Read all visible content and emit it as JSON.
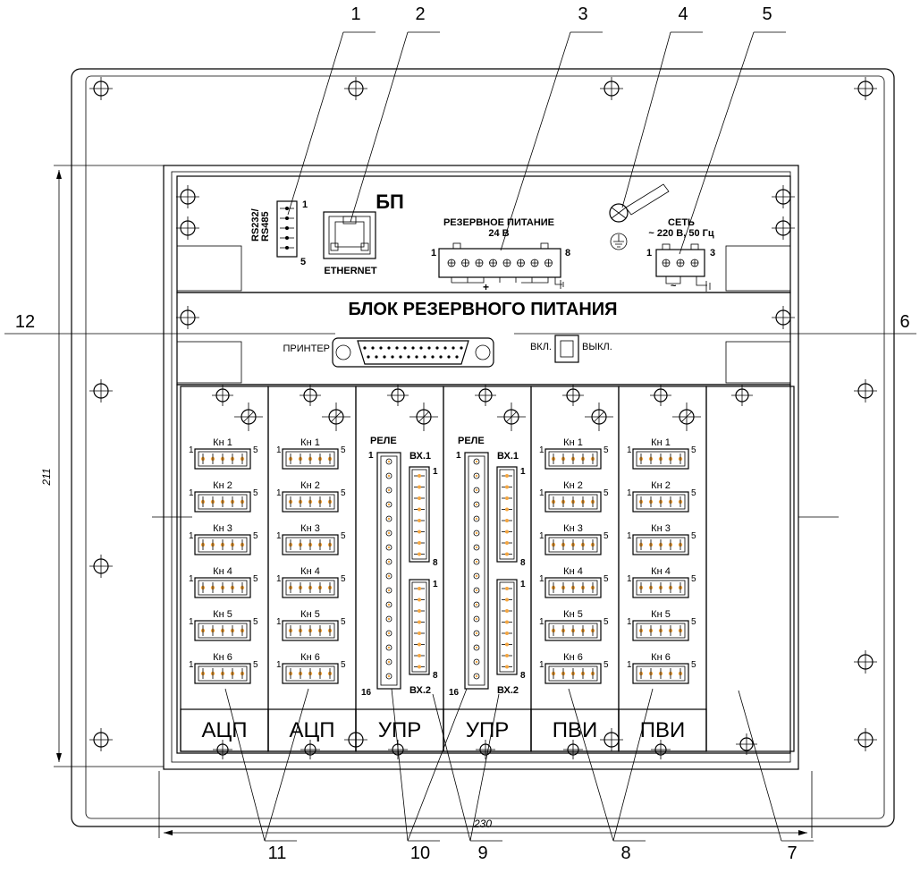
{
  "callouts": [
    "1",
    "2",
    "3",
    "4",
    "5",
    "6",
    "7",
    "8",
    "9",
    "10",
    "11",
    "12"
  ],
  "psu": {
    "title": "БП",
    "rs_label_1": "RS232/",
    "rs_label_2": "RS485",
    "rs_pin_first": "1",
    "rs_pin_last": "5",
    "ethernet": "ETHERNET",
    "reserve_power_1": "РЕЗЕРВНОЕ ПИТАНИЕ",
    "reserve_power_2": "24 В",
    "reserve_pin_first": "1",
    "reserve_pin_last": "8",
    "reserve_plus": "+",
    "mains_1": "СЕТЬ",
    "mains_2": "~ 220 В, 50 Гц",
    "mains_pin_first": "1",
    "mains_pin_last": "3",
    "mains_tilde": "~"
  },
  "ups": {
    "title": "БЛОК РЕЗЕРВНОГО ПИТАНИЯ",
    "printer": "ПРИНТЕР",
    "switch_on": "ВКЛ.",
    "switch_off": "ВЫКЛ."
  },
  "dimensions": {
    "height": "211",
    "width": "230"
  },
  "modules": {
    "adc": {
      "name": "АЦП",
      "channels": [
        "Кн 1",
        "Кн 2",
        "Кн 3",
        "Кн 4",
        "Кн 5",
        "Кн 6"
      ],
      "pin_first": "1",
      "pin_last": "5"
    },
    "ctrl": {
      "name": "УПР",
      "relay": "РЕЛЕ",
      "in1": "ВХ.1",
      "in2": "ВХ.2",
      "relay_first": "1",
      "relay_last": "16",
      "in_first": "1",
      "in_last": "8"
    },
    "pvi": {
      "name": "ПВИ",
      "channels": [
        "Кн 1",
        "Кн 2",
        "Кн 3",
        "Кн 4",
        "Кн 5",
        "Кн 6"
      ],
      "pin_first": "1",
      "pin_last": "5"
    }
  }
}
